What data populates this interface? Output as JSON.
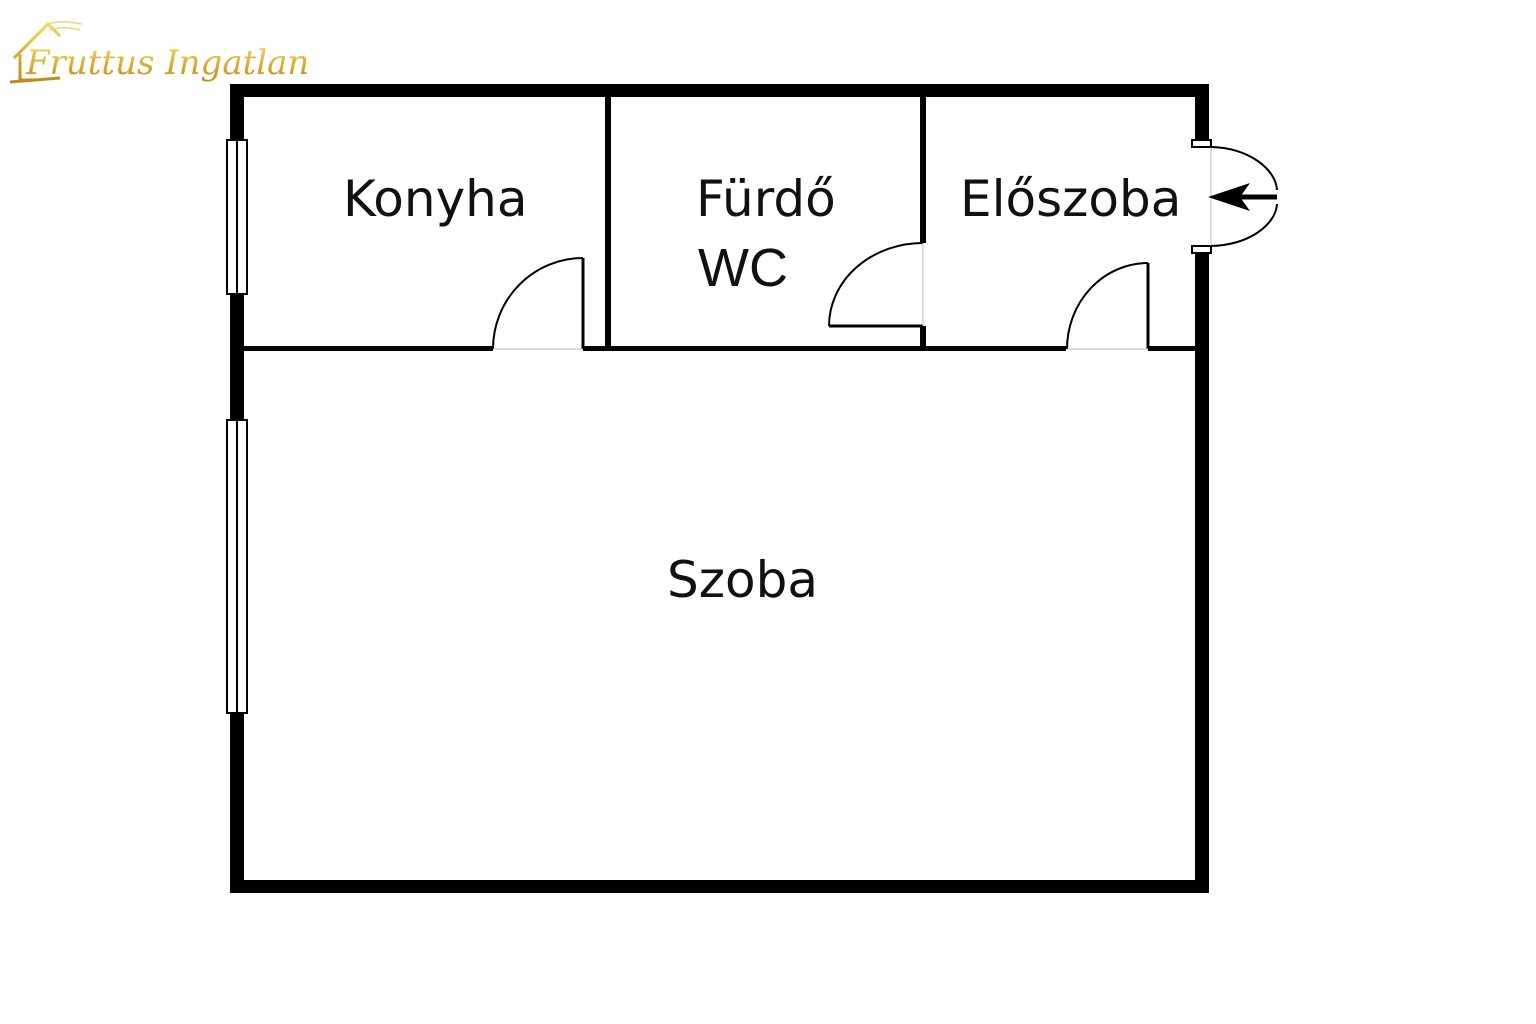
{
  "logo": {
    "text": "Fruttus Ingatlan",
    "color": "#D4A017"
  },
  "rooms": {
    "konyha": "Konyha",
    "furdo": "Fürdő",
    "wc": "WC",
    "eloszoba": "Előszoba",
    "szoba": "Szoba"
  },
  "colors": {
    "wall": "#000000",
    "background": "#ffffff"
  },
  "icons": {
    "entrance": "arrow-left-icon"
  }
}
